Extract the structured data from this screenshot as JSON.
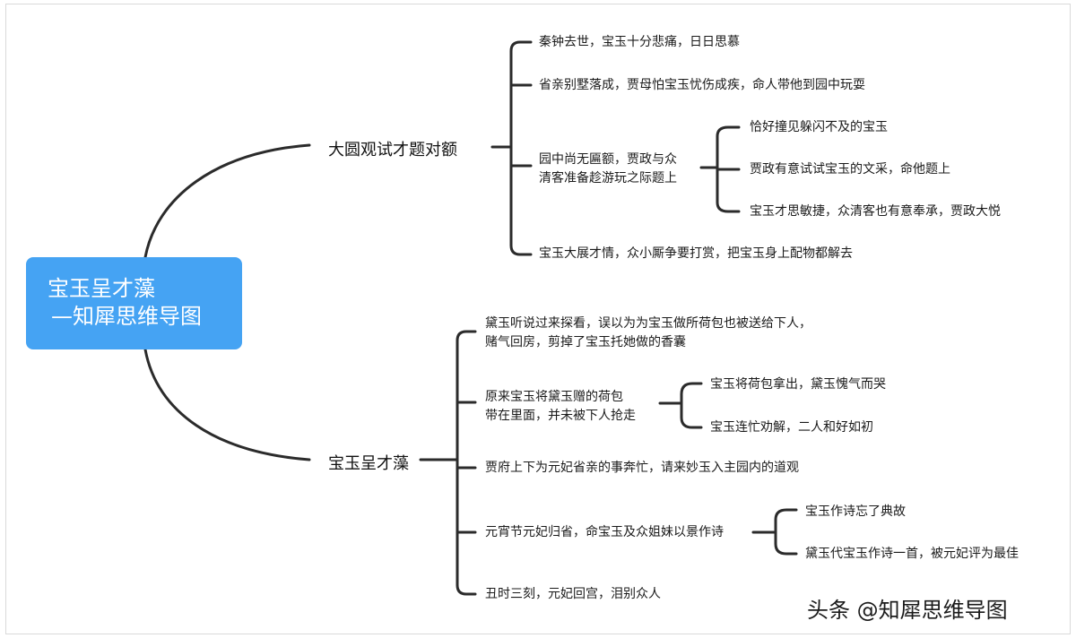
{
  "root": {
    "line1": "宝玉呈才藻",
    "line2": "—知犀思维导图"
  },
  "branches": [
    {
      "label": "大圆观试才题对额",
      "children": [
        {
          "text": "秦钟去世，宝玉十分悲痛，日日思慕"
        },
        {
          "text": "省亲别墅落成，贾母怕宝玉忧伤成疾，命人带他到园中玩耍"
        },
        {
          "lines": [
            "园中尚无匾额，贾政与众",
            "清客准备趁游玩之际题上"
          ],
          "children": [
            "恰好撞见躲闪不及的宝玉",
            "贾政有意试试宝玉的文采，命他题上",
            "宝玉才思敏捷，众清客也有意奉承，贾政大悦"
          ]
        },
        {
          "text": "宝玉大展才情，众小厮争要打赏，把宝玉身上配物都解去"
        }
      ]
    },
    {
      "label": "宝玉呈才藻",
      "children": [
        {
          "lines": [
            "黛玉听说过来探看，误以为为宝玉做所荷包也被送给下人，",
            "赌气回房，剪掉了宝玉托她做的香囊"
          ]
        },
        {
          "lines": [
            "原来宝玉将黛玉赠的荷包",
            "带在里面，并未被下人抢走"
          ],
          "children": [
            "宝玉将荷包拿出，黛玉愧气而哭",
            "宝玉连忙劝解，二人和好如初"
          ]
        },
        {
          "text": "贾府上下为元妃省亲的事奔忙，请来妙玉入主园内的道观"
        },
        {
          "text": "元宵节元妃归省，命宝玉及众姐妹以景作诗",
          "children": [
            "宝玉作诗忘了典故",
            "黛玉代宝玉作诗一首，被元妃评为最佳"
          ]
        },
        {
          "text": "丑时三刻，元妃回宫，泪别众人"
        }
      ]
    }
  ],
  "watermark": "头条 @知犀思维导图"
}
